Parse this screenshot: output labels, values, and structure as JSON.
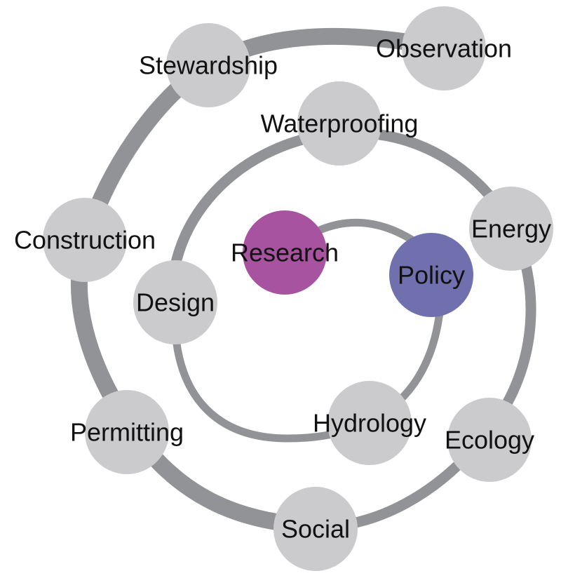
{
  "diagram": {
    "colors": {
      "track": "#929396",
      "node_default": "#cbcbcd",
      "node_research": "#a7539f",
      "node_policy": "#7070ae",
      "label": "#111111"
    },
    "nodes": [
      {
        "id": "research",
        "label": "Research",
        "color": "#a7539f"
      },
      {
        "id": "policy",
        "label": "Policy",
        "color": "#7070ae"
      },
      {
        "id": "design",
        "label": "Design",
        "color": "#cbcbcd"
      },
      {
        "id": "hydrology",
        "label": "Hydrology",
        "color": "#cbcbcd"
      },
      {
        "id": "waterproofing",
        "label": "Waterproofing",
        "color": "#cbcbcd"
      },
      {
        "id": "energy",
        "label": "Energy",
        "color": "#cbcbcd"
      },
      {
        "id": "ecology",
        "label": "Ecology",
        "color": "#cbcbcd"
      },
      {
        "id": "construction",
        "label": "Construction",
        "color": "#cbcbcd"
      },
      {
        "id": "stewardship",
        "label": "Stewardship",
        "color": "#cbcbcd"
      },
      {
        "id": "observation",
        "label": "Observation",
        "color": "#cbcbcd"
      },
      {
        "id": "permitting",
        "label": "Permitting",
        "color": "#cbcbcd"
      },
      {
        "id": "social",
        "label": "Social",
        "color": "#cbcbcd"
      }
    ]
  }
}
